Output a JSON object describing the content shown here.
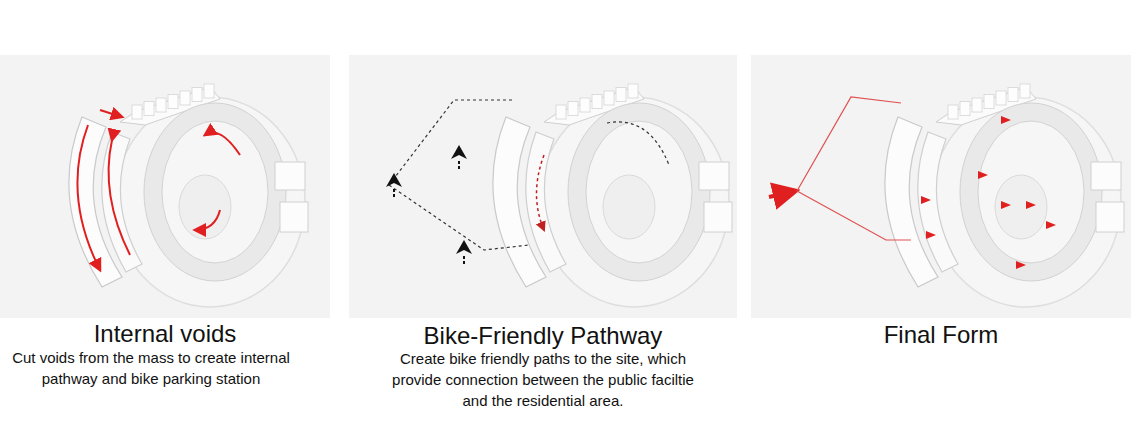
{
  "diagram": {
    "nodes": [
      {
        "text": [
          "Internal voids",
          "Cut voids from the mass to create internal pathway and bike parking station"
        ]
      },
      {
        "text": [
          "Bike-Friendly Pathway",
          "Create bike friendly paths to the site, which provide connection between the public faciltie and the residential area."
        ]
      },
      {
        "text": [
          "Final Form"
        ]
      }
    ]
  }
}
